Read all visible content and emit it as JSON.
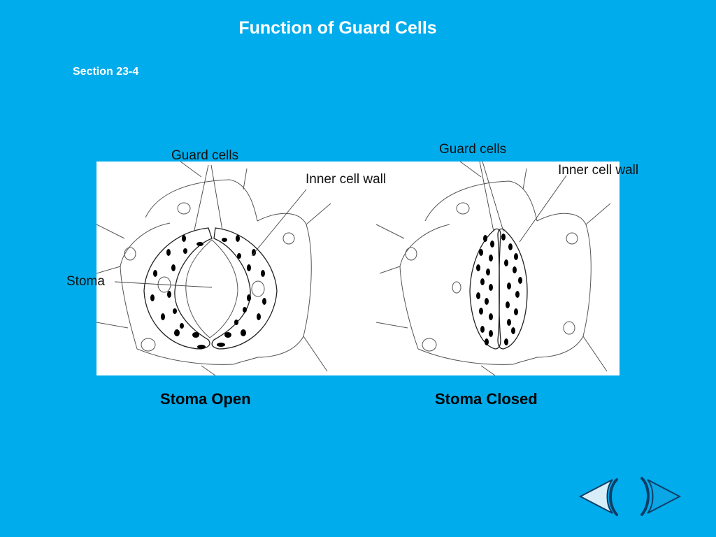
{
  "slide": {
    "title": "Function of Guard Cells",
    "section": "Section 23-4"
  },
  "diagram": {
    "open_panel": {
      "guard_cells_label": "Guard cells",
      "inner_cell_wall_label": "Inner cell wall",
      "stoma_label": "Stoma",
      "caption": "Stoma Open"
    },
    "closed_panel": {
      "guard_cells_label": "Guard cells",
      "inner_cell_wall_label": "Inner cell wall",
      "caption": "Stoma Closed"
    }
  },
  "navigation": {
    "prev_icon": "back-arrow-icon",
    "next_icon": "forward-arrow-icon"
  },
  "colors": {
    "background": "#00ACEC",
    "panel": "#FFFFFF",
    "arrow_light": "#D7EEF8",
    "arrow_dark": "#0F3E66"
  }
}
